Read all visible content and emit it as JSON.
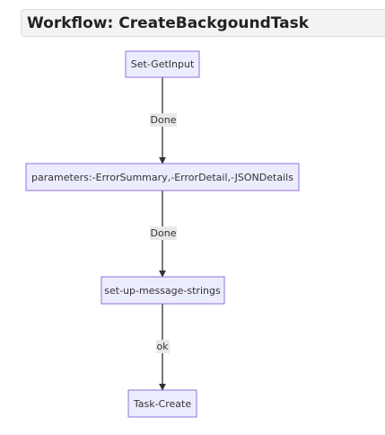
{
  "header": {
    "title": "Workflow: CreateBackgoundTask"
  },
  "diagram": {
    "nodes": [
      {
        "id": "n1",
        "label": "Set-GetInput"
      },
      {
        "id": "n2",
        "label": "parameters:-ErrorSummary,-ErrorDetail,-JSONDetails"
      },
      {
        "id": "n3",
        "label": "set-up-message-strings"
      },
      {
        "id": "n4",
        "label": "Task-Create"
      }
    ],
    "edges": [
      {
        "from": "n1",
        "to": "n2",
        "label": "Done"
      },
      {
        "from": "n2",
        "to": "n3",
        "label": "Done"
      },
      {
        "from": "n3",
        "to": "n4",
        "label": "ok"
      }
    ],
    "colors": {
      "node_fill": "#ececff",
      "node_border": "#9370db",
      "edge": "#333333",
      "edge_label_bg": "#e8e8e8"
    }
  }
}
